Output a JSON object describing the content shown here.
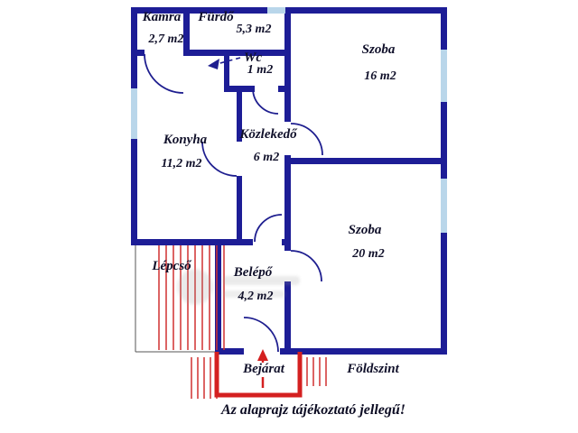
{
  "plan": {
    "caption": "Az alaprajz tájékoztató jellegű!",
    "floor_label": "Földszint",
    "entrance_label": "Bejárat",
    "rooms": [
      {
        "name": "Kamra",
        "area": "2,7 m2"
      },
      {
        "name": "Fürdő",
        "area": "5,3 m2"
      },
      {
        "name": "Wc",
        "area": "1 m2"
      },
      {
        "name": "Szoba",
        "area": "16 m2"
      },
      {
        "name": "Konyha",
        "area": "11,2 m2"
      },
      {
        "name": "Közlekedő",
        "area": "6 m2"
      },
      {
        "name": "Szoba",
        "area": "20 m2"
      },
      {
        "name": "Lépcső",
        "area": ""
      },
      {
        "name": "Belépő",
        "area": "4,2 m2"
      }
    ],
    "colors": {
      "wall": "#1d1d96",
      "window": "#b9d6ea",
      "stairs_red": "#d03030",
      "entrance_red": "#d42020",
      "text": "#10102a"
    }
  }
}
